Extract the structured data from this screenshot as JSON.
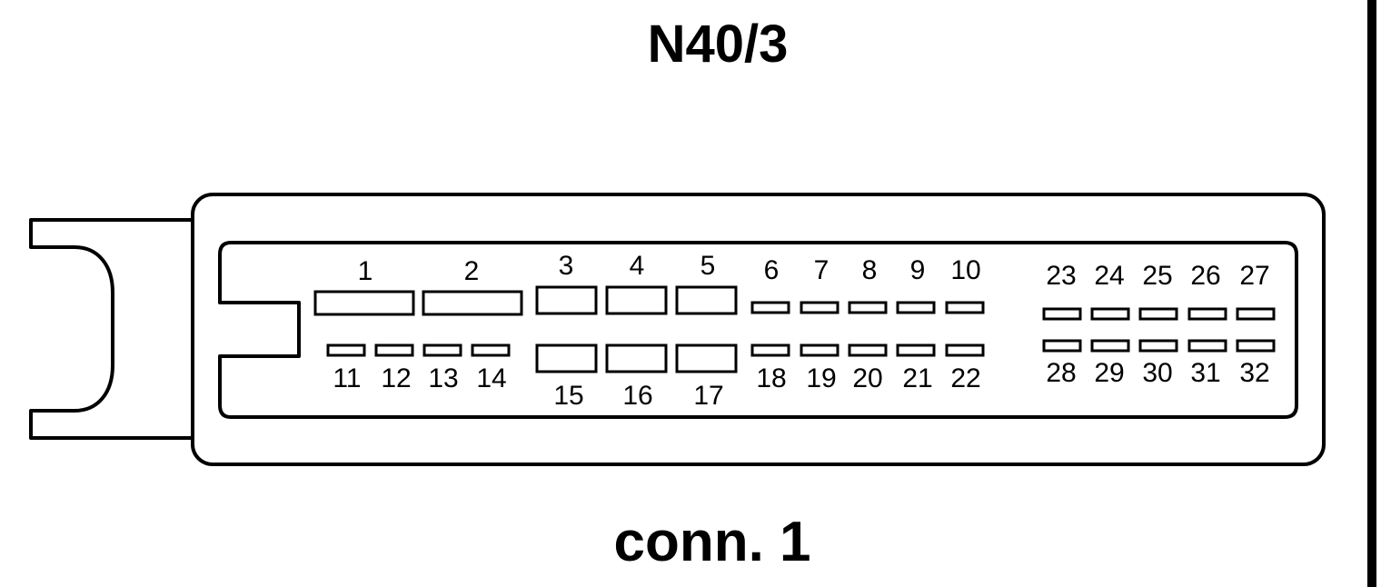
{
  "title": "N40/3",
  "caption": "conn. 1",
  "pins": [
    {
      "n": "1"
    },
    {
      "n": "2"
    },
    {
      "n": "3"
    },
    {
      "n": "4"
    },
    {
      "n": "5"
    },
    {
      "n": "6"
    },
    {
      "n": "7"
    },
    {
      "n": "8"
    },
    {
      "n": "9"
    },
    {
      "n": "10"
    },
    {
      "n": "11"
    },
    {
      "n": "12"
    },
    {
      "n": "13"
    },
    {
      "n": "14"
    },
    {
      "n": "15"
    },
    {
      "n": "16"
    },
    {
      "n": "17"
    },
    {
      "n": "18"
    },
    {
      "n": "19"
    },
    {
      "n": "20"
    },
    {
      "n": "21"
    },
    {
      "n": "22"
    },
    {
      "n": "23"
    },
    {
      "n": "24"
    },
    {
      "n": "25"
    },
    {
      "n": "26"
    },
    {
      "n": "27"
    },
    {
      "n": "28"
    },
    {
      "n": "29"
    },
    {
      "n": "30"
    },
    {
      "n": "31"
    },
    {
      "n": "32"
    }
  ]
}
